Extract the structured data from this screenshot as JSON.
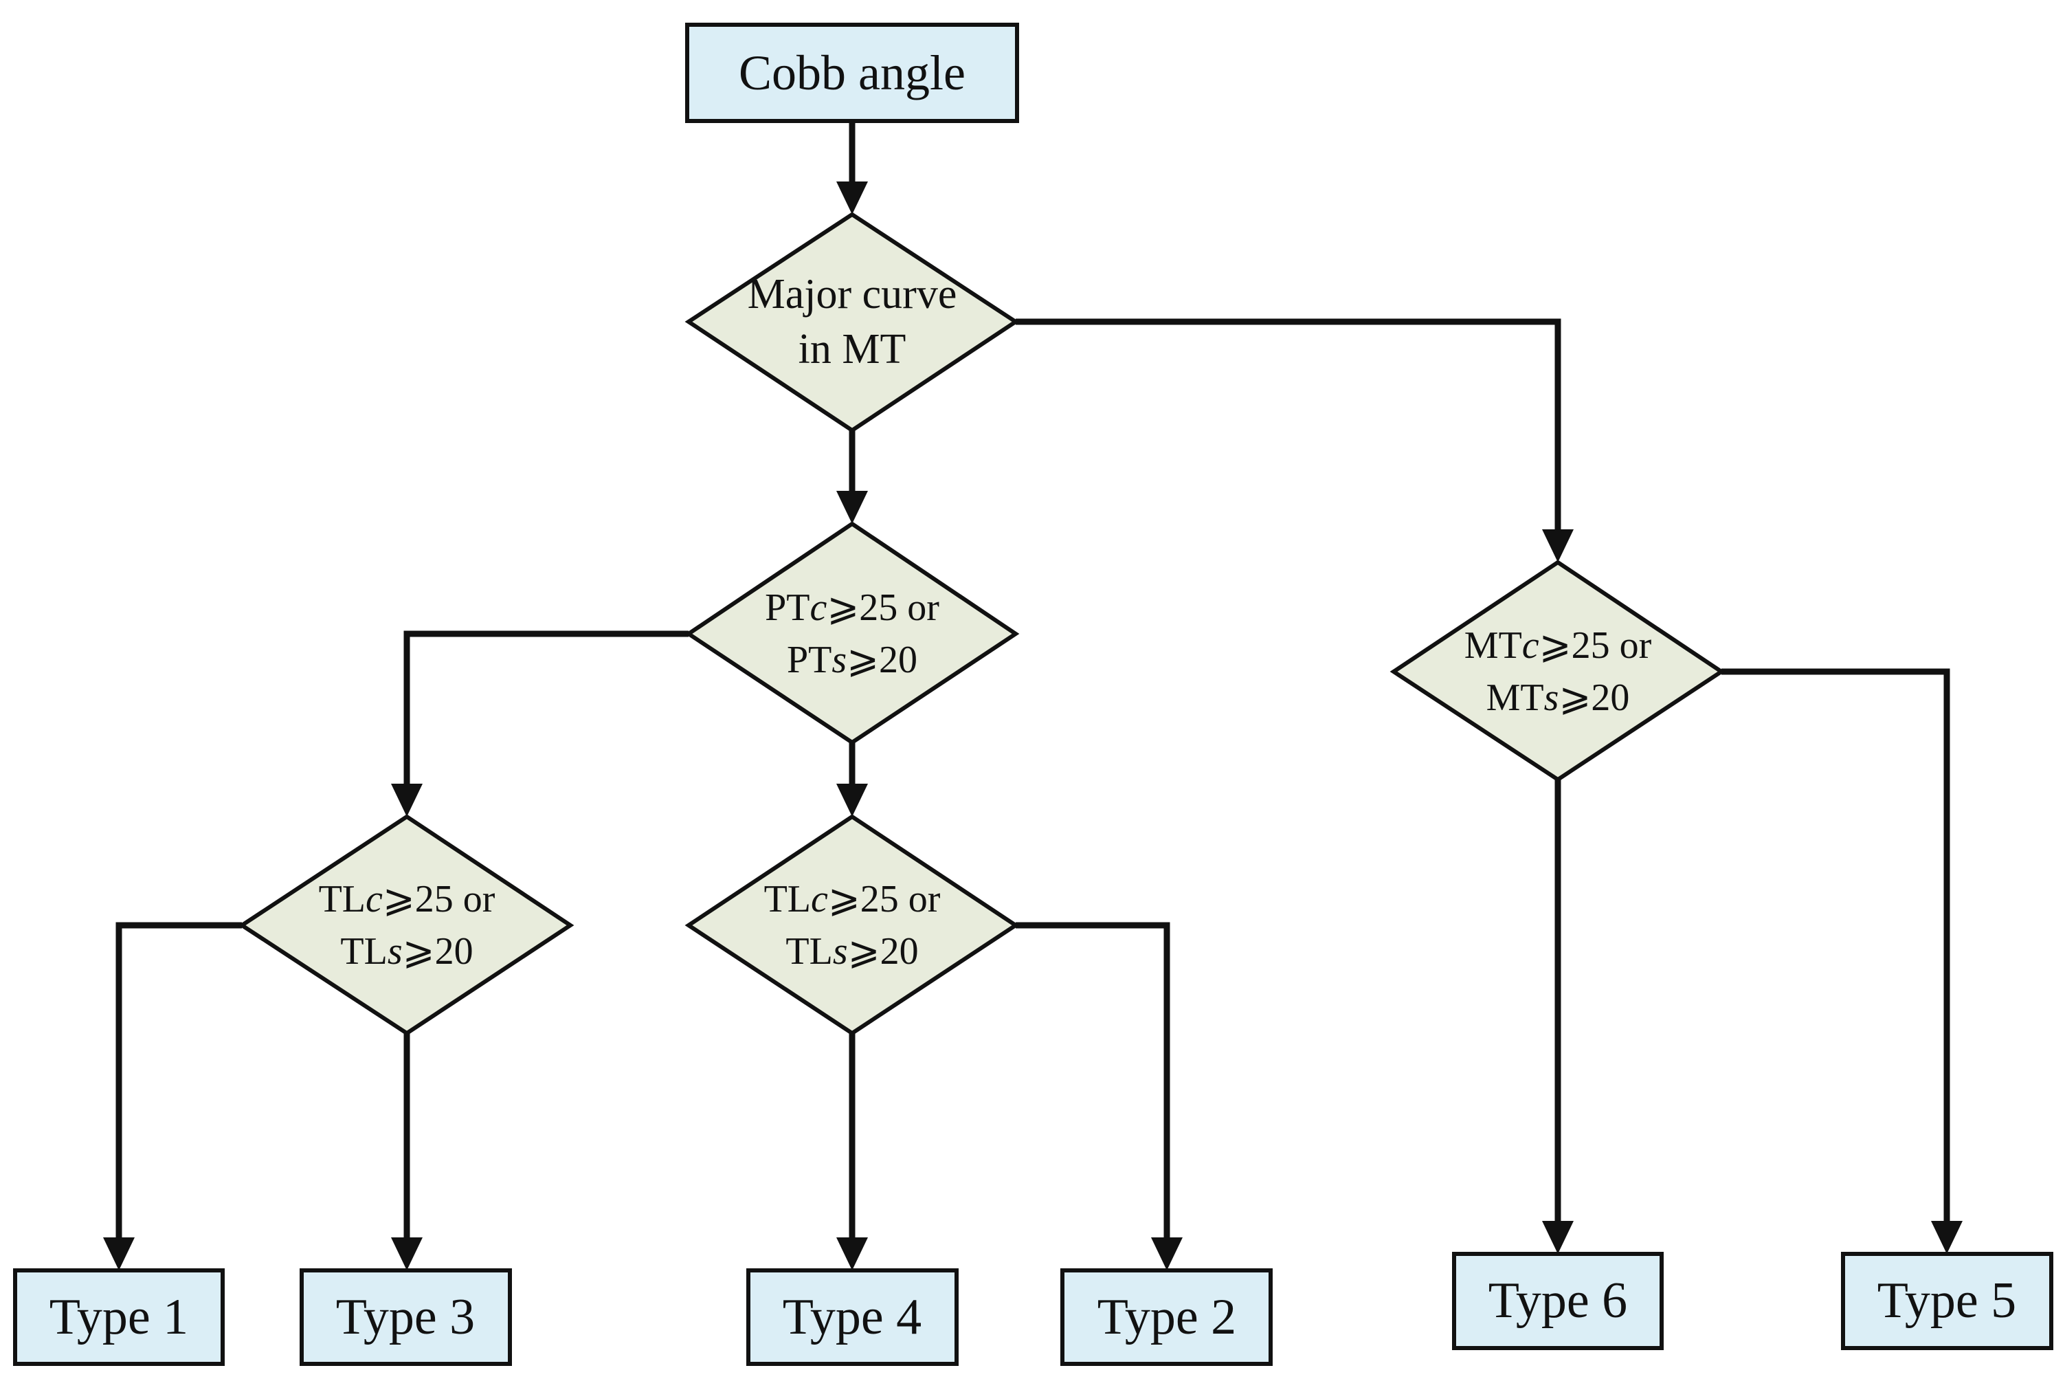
{
  "nodes": {
    "start": {
      "label": "Cobb angle"
    },
    "major_curve": {
      "lines": [
        "Major curve",
        "in MT"
      ]
    },
    "pt_check": {
      "line1": {
        "a": "PT",
        "b": "c",
        "c": "⩾25 or"
      },
      "line2": {
        "a": "PT",
        "b": "s",
        "c": "⩾20"
      }
    },
    "tl_check_left": {
      "line1": {
        "a": "TL",
        "b": "c",
        "c": "⩾25 or"
      },
      "line2": {
        "a": "TL",
        "b": "s",
        "c": "⩾20"
      }
    },
    "tl_check_mid": {
      "line1": {
        "a": "TL",
        "b": "c",
        "c": "⩾25 or"
      },
      "line2": {
        "a": "TL",
        "b": "s",
        "c": "⩾20"
      }
    },
    "mt_check": {
      "line1": {
        "a": "MT",
        "b": "c",
        "c": "⩾25 or"
      },
      "line2": {
        "a": "MT",
        "b": "s",
        "c": "⩾20"
      }
    },
    "type1": {
      "label": "Type 1"
    },
    "type3": {
      "label": "Type 3"
    },
    "type4": {
      "label": "Type 4"
    },
    "type2": {
      "label": "Type 2"
    },
    "type6": {
      "label": "Type 6"
    },
    "type5": {
      "label": "Type 5"
    }
  },
  "colors": {
    "box_fill": "#dbeef6",
    "diamond_fill": "#e8ecdc",
    "stroke": "#111111"
  }
}
